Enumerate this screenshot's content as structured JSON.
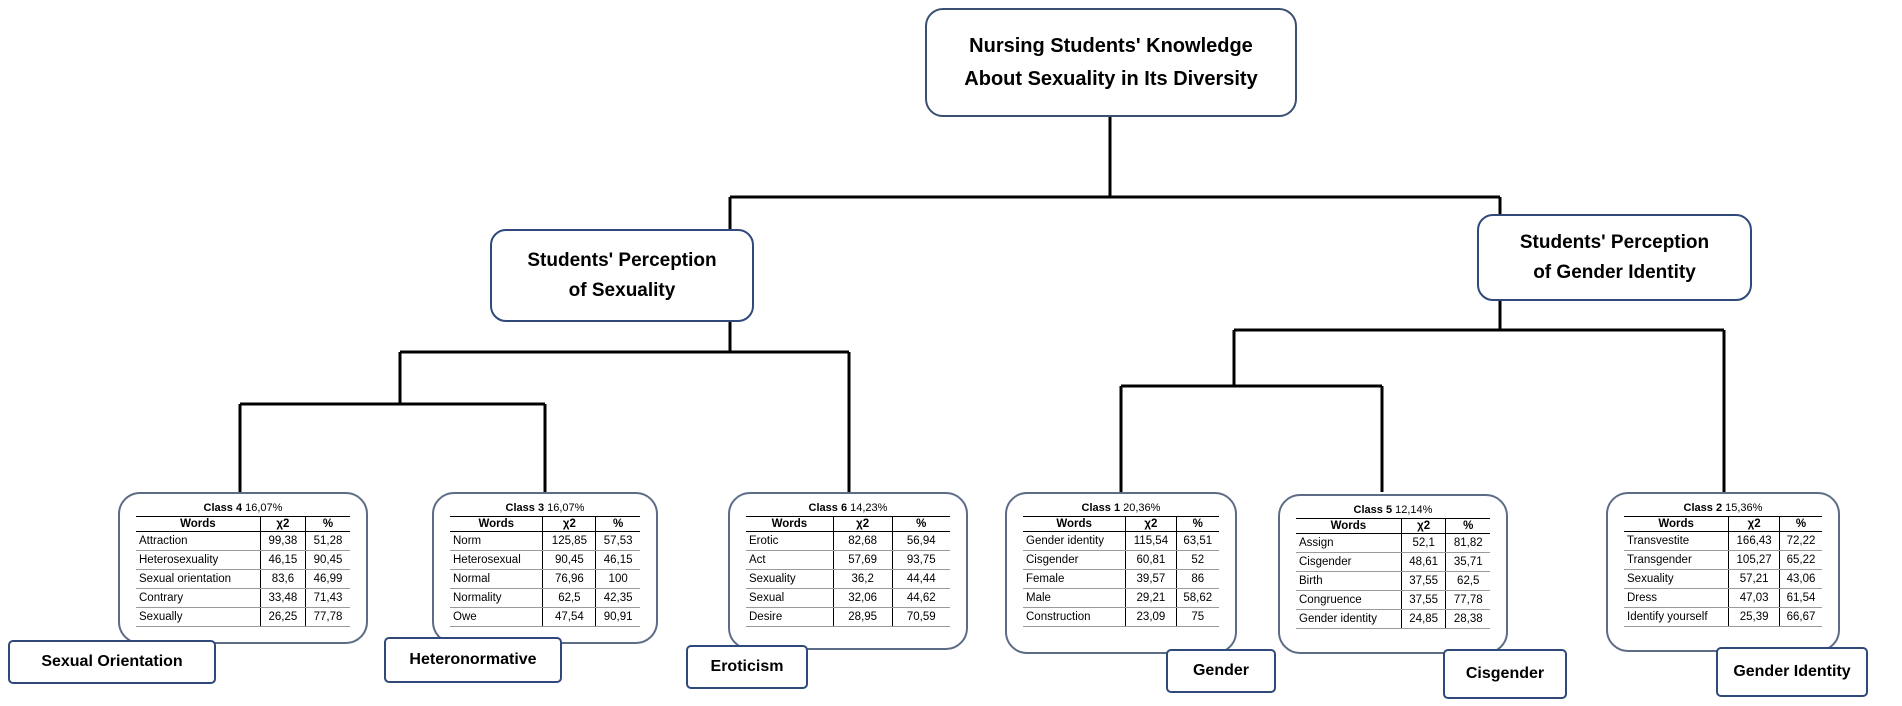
{
  "root": {
    "line1": "Nursing Students' Knowledge",
    "line2": "About Sexuality in Its Diversity"
  },
  "branches": {
    "sexuality": {
      "line1": "Students' Perception",
      "line2": "of Sexuality"
    },
    "gender": {
      "line1": "Students' Perception",
      "line2": "of Gender Identity"
    }
  },
  "table_headers": {
    "words": "Words",
    "chi2": "χ2",
    "pct": "%"
  },
  "classes": [
    {
      "name": "Class 4",
      "share": "16,07%",
      "label": "Sexual Orientation",
      "rows": [
        [
          "Attraction",
          "99,38",
          "51,28"
        ],
        [
          "Heterosexuality",
          "46,15",
          "90,45"
        ],
        [
          "Sexual orientation",
          "83,6",
          "46,99"
        ],
        [
          "Contrary",
          "33,48",
          "71,43"
        ],
        [
          "Sexually",
          "26,25",
          "77,78"
        ]
      ]
    },
    {
      "name": "Class 3",
      "share": "16,07%",
      "label": "Heteronormative",
      "rows": [
        [
          "Norm",
          "125,85",
          "57,53"
        ],
        [
          "Heterosexual",
          "90,45",
          "46,15"
        ],
        [
          "Normal",
          "76,96",
          "100"
        ],
        [
          "Normality",
          "62,5",
          "42,35"
        ],
        [
          "Owe",
          "47,54",
          "90,91"
        ]
      ]
    },
    {
      "name": "Class 6",
      "share": "14,23%",
      "label": "Eroticism",
      "rows": [
        [
          "Erotic",
          "82,68",
          "56,94"
        ],
        [
          "Act",
          "57,69",
          "93,75"
        ],
        [
          "Sexuality",
          "36,2",
          "44,44"
        ],
        [
          "Sexual",
          "32,06",
          "44,62"
        ],
        [
          "Desire",
          "28,95",
          "70,59"
        ]
      ]
    },
    {
      "name": "Class 1",
      "share": "20,36%",
      "label": "Gender",
      "rows": [
        [
          "Gender identity",
          "115,54",
          "63,51"
        ],
        [
          "Cisgender",
          "60,81",
          "52"
        ],
        [
          "Female",
          "39,57",
          "86"
        ],
        [
          "Male",
          "29,21",
          "58,62"
        ],
        [
          "Construction",
          "23,09",
          "75"
        ]
      ]
    },
    {
      "name": "Class 5",
      "share": "12,14%",
      "label": "Cisgender",
      "rows": [
        [
          "Assign",
          "52,1",
          "81,82"
        ],
        [
          "Cisgender",
          "48,61",
          "35,71"
        ],
        [
          "Birth",
          "37,55",
          "62,5"
        ],
        [
          "Congruence",
          "37,55",
          "77,78"
        ],
        [
          "Gender identity",
          "24,85",
          "28,38"
        ]
      ]
    },
    {
      "name": "Class 2",
      "share": "15,36%",
      "label": "Gender Identity",
      "rows": [
        [
          "Transvestite",
          "166,43",
          "72,22"
        ],
        [
          "Transgender",
          "105,27",
          "65,22"
        ],
        [
          "Sexuality",
          "57,21",
          "43,06"
        ],
        [
          "Dress",
          "47,03",
          "61,54"
        ],
        [
          "Identify yourself",
          "25,39",
          "66,67"
        ]
      ]
    }
  ]
}
